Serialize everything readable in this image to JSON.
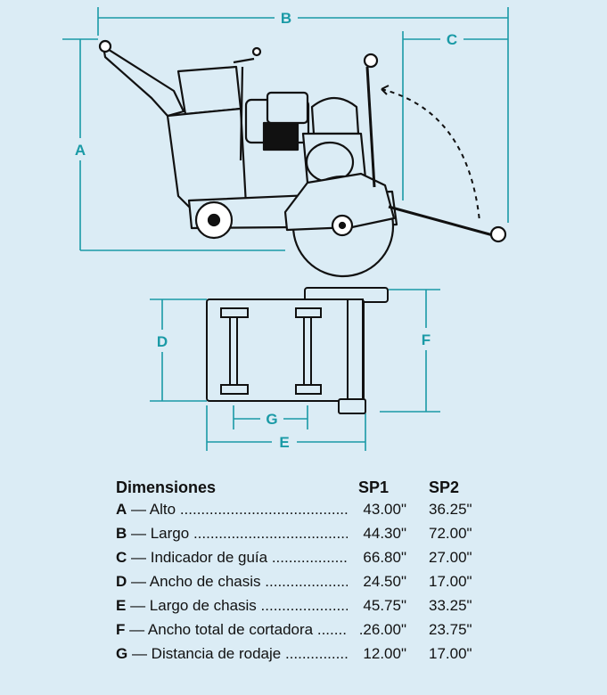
{
  "diagram": {
    "colors": {
      "background": "#dbecf5",
      "dimension": "#1a9aa6",
      "ink": "#111111"
    },
    "labels": {
      "A": "A",
      "B": "B",
      "C": "C",
      "D": "D",
      "E": "E",
      "F": "F",
      "G": "G"
    }
  },
  "table": {
    "header": {
      "name": "Dimensiones",
      "sp1": "SP1",
      "sp2": "SP2"
    },
    "rows": [
      {
        "letter": "A",
        "label": " — Alto",
        "sp1": "43.00\"",
        "sp2": "36.25\""
      },
      {
        "letter": "B",
        "label": " — Largo",
        "sp1": "44.30\"",
        "sp2": "72.00\""
      },
      {
        "letter": "C",
        "label": " — Indicador de guía",
        "sp1": "66.80\"",
        "sp2": "27.00\""
      },
      {
        "letter": "D",
        "label": " — Ancho de chasis",
        "sp1": "24.50\"",
        "sp2": "17.00\""
      },
      {
        "letter": "E",
        "label": " — Largo de chasis",
        "sp1": "45.75\"",
        "sp2": "33.25\""
      },
      {
        "letter": "F",
        "label": " — Ancho total de cortadora",
        "sp1": ".26.00\"",
        "sp2": "23.75\""
      },
      {
        "letter": "G",
        "label": " — Distancia de rodaje",
        "sp1": "12.00\"",
        "sp2": "17.00\""
      }
    ]
  }
}
